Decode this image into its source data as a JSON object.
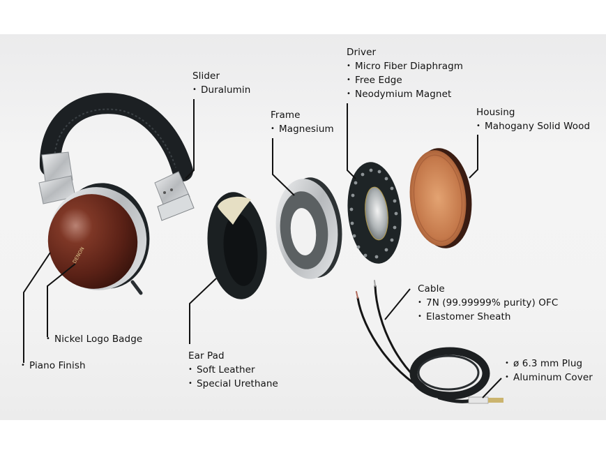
{
  "diagram": {
    "type": "exploded-view",
    "subject": "Over-ear headphones",
    "brand_logo_text": "DENON",
    "colors": {
      "background_band": "#f1f1f1",
      "wood_cup": "#6e2c1e",
      "housing_wood": "#c9804f",
      "leather": "#1d2224",
      "metal": "#c9ccce",
      "leader_line": "#111111"
    }
  },
  "callouts": {
    "slider": {
      "title": "Slider",
      "items": [
        "Duralumin"
      ]
    },
    "frame": {
      "title": "Frame",
      "items": [
        "Magnesium"
      ]
    },
    "driver": {
      "title": "Driver",
      "items": [
        "Micro Fiber Diaphragm",
        "Free Edge",
        "Neodymium Magnet"
      ]
    },
    "housing": {
      "title": "Housing",
      "items": [
        "Mahogany Solid Wood"
      ]
    },
    "cable": {
      "title": "Cable",
      "items": [
        "7N (99.99999% purity) OFC",
        "Elastomer Sheath"
      ]
    },
    "plug": {
      "items": [
        "ø 6.3 mm Plug",
        "Aluminum Cover"
      ]
    },
    "ear_pad": {
      "title": "Ear Pad",
      "items": [
        "Soft Leather",
        "Special Urethane"
      ]
    },
    "logo": {
      "items": [
        "Nickel Logo Badge"
      ]
    },
    "finish": {
      "items": [
        "Piano Finish"
      ]
    }
  }
}
